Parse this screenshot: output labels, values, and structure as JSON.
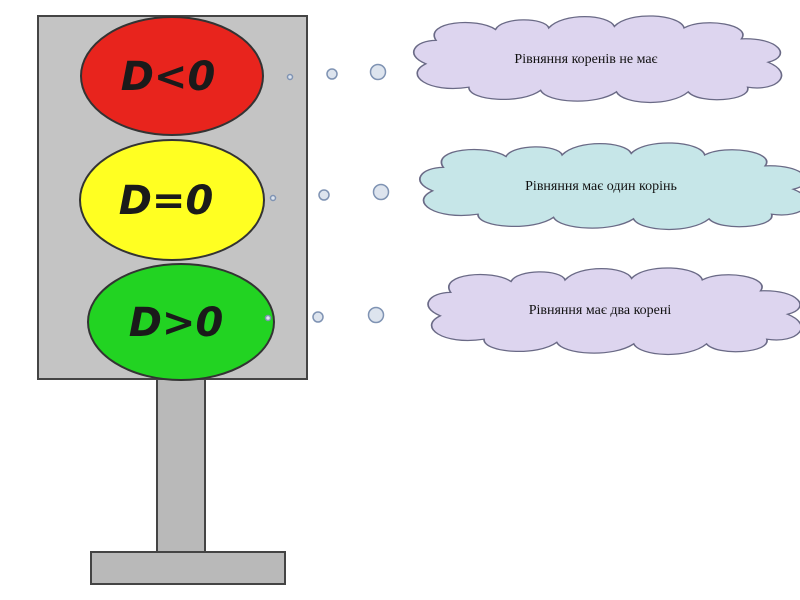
{
  "lights": [
    {
      "label": "D<0",
      "color": "#e8241d"
    },
    {
      "label": "D=0",
      "color": "#ffff22"
    },
    {
      "label": "D>0",
      "color": "#22d322"
    }
  ],
  "clouds": [
    {
      "text": "Рівняння  коренів  не має",
      "color": "#ddd5ef"
    },
    {
      "text": "Рівняння має один корінь",
      "color": "#c6e6e8"
    },
    {
      "text": "Рівняння має два корені",
      "color": "#ddd5ef"
    }
  ],
  "colors": {
    "housing": "#c4c4c4",
    "pole": "#b9b9b9",
    "outline": "#444444",
    "bubble_fill": "#dde4ee",
    "bubble_stroke": "#7f93b3"
  }
}
